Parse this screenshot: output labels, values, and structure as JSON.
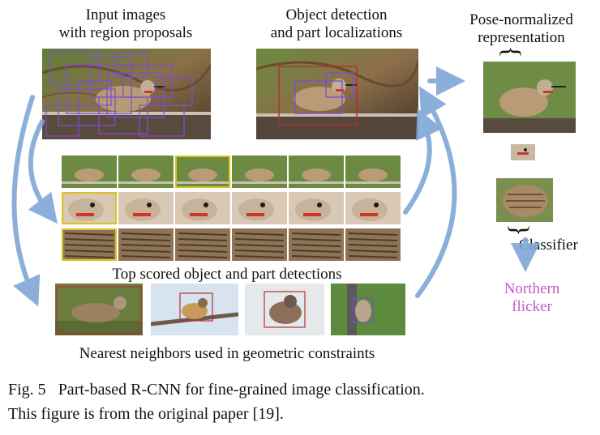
{
  "labels": {
    "input": [
      "Input images",
      "with region proposals"
    ],
    "detection": [
      "Object detection",
      "and part localizations"
    ],
    "pose": [
      "Pose-normalized",
      "representation"
    ],
    "top_scored": "Top scored object and part detections",
    "neighbors": "Nearest neighbors used in geometric constraints",
    "classifier": "Classifier",
    "result": [
      "Northern",
      "flicker"
    ]
  },
  "caption": {
    "fig_num": "Fig. 5",
    "line1": "Part-based R-CNN for fine-grained image classification.",
    "line2": "This figure is from the original paper [19]."
  },
  "colors": {
    "arrow": "#7fa6d6",
    "proposal_box": "#7b4fd0",
    "highlight_box": "#d9c21c",
    "result_text": "#c15bc7"
  }
}
